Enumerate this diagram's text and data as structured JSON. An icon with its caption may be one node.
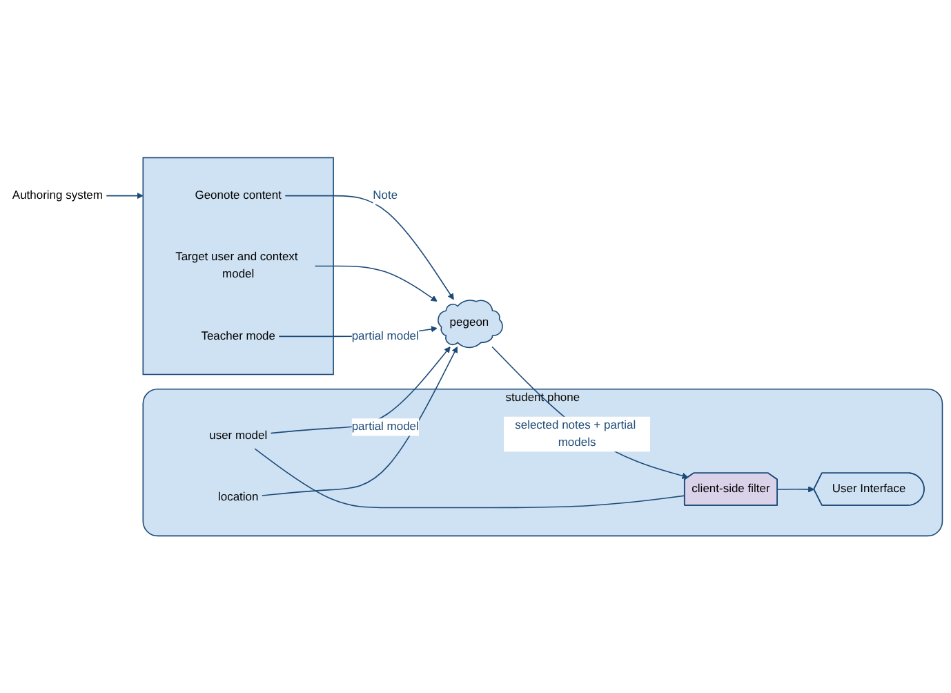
{
  "diagram": {
    "nodes": [
      {
        "text": [
          "student phone"
        ]
      },
      {
        "text": [
          "User Interface"
        ],
        "in": 0
      },
      {
        "text": [
          "client-side filter"
        ],
        "in": 0
      },
      {
        "text": [
          "user model"
        ],
        "in": 0
      },
      {
        "text": [
          "location"
        ],
        "in": 0
      },
      {
        "text": [
          "pegeon"
        ]
      },
      {
        "text": [
          "Authoring system"
        ]
      },
      {
        "text": [],
        "shape": "box"
      },
      {
        "text": [
          "Geonote content"
        ],
        "in": 7
      },
      {
        "text": [
          "Target user and context model"
        ],
        "in": 7
      },
      {
        "text": [
          "Teacher mode"
        ],
        "in": 7
      }
    ],
    "edges": [
      {
        "from": 5,
        "to": 2,
        "arrow": "to",
        "label": "selected notes + partial models"
      },
      {
        "from": 2,
        "to": 1,
        "arrow": "to"
      },
      {
        "from": 3,
        "to": 2,
        "arrow": "none"
      },
      {
        "from": 3,
        "to": 5,
        "arrow": "to",
        "label": "partial model"
      },
      {
        "from": 4,
        "to": 5,
        "arrow": "to"
      },
      {
        "from": 8,
        "to": 5,
        "arrow": "to",
        "label": "Note"
      },
      {
        "from": 9,
        "to": 5,
        "arrow": "to"
      },
      {
        "from": 10,
        "to": 5,
        "arrow": "to",
        "label": "partial model"
      },
      {
        "from": 6,
        "to": 7,
        "arrow": "to"
      }
    ]
  }
}
